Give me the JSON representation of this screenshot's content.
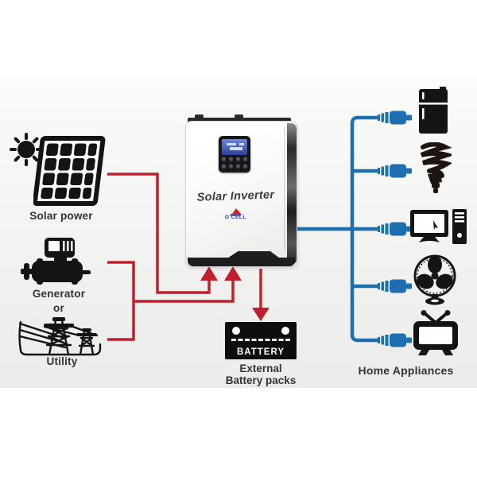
{
  "diagram": {
    "type": "solar-inverter-system-diagram",
    "band_background": "#f3f3f1",
    "page_background": "#ffffff"
  },
  "colors": {
    "dc_wire_red": "#c0202e",
    "ac_wire_blue": "#1d6fb0",
    "icon_black": "#151313",
    "label_text": "#333333",
    "lcd_blue": "#3d5bc4",
    "brand_blue": "#1b3f94",
    "brand_red": "#d2232a"
  },
  "labels": {
    "solar_power": "Solar power",
    "generator": "Generator",
    "or": "or",
    "utility": "Utility",
    "inverter_name": "Solar Inverter",
    "brand": "O'CELL",
    "battery_text": "BATTERY",
    "battery_caption_line1": "External",
    "battery_caption_line2": "Battery packs",
    "home_appliances": "Home Appliances"
  },
  "sources": [
    {
      "id": "solar",
      "label": "Solar power",
      "icons": [
        "sun-icon",
        "solar-panel-icon"
      ]
    },
    {
      "id": "generator",
      "label": "Generator",
      "icons": [
        "generator-icon"
      ]
    },
    {
      "id": "utility",
      "label": "Utility",
      "icons": [
        "utility-towers-icon"
      ],
      "joined_by_word": "or"
    }
  ],
  "appliances": [
    "refrigerator",
    "cfl-bulb",
    "desktop-computer",
    "electric-fan",
    "television"
  ],
  "connections": [
    {
      "from": "solar-panel",
      "to": "inverter",
      "color": "red"
    },
    {
      "from": "generator-or-utility",
      "to": "inverter",
      "color": "red"
    },
    {
      "from": "inverter",
      "to": "external-battery-packs",
      "color": "red"
    },
    {
      "from": "inverter",
      "to": "home-appliances-trunk",
      "color": "blue",
      "plugs": 5
    }
  ]
}
